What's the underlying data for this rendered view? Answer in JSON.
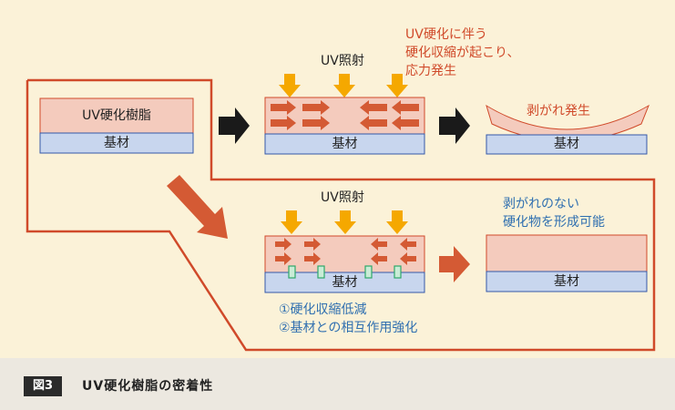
{
  "colors": {
    "panel_bg": "#fbf2d8",
    "resin_fill": "#f4cbbd",
    "resin_stroke": "#d04a2a",
    "substrate_fill": "#c8d6ee",
    "substrate_stroke": "#3558a8",
    "uv_arrow": "#f5a800",
    "shrink_arrow": "#d45a34",
    "anchor_fill": "#c9ecd6",
    "anchor_stroke": "#2fa86a",
    "black_arrow": "#1a1a1a",
    "outline": "#d04a2a"
  },
  "top": {
    "resin_label": "UV硬化樹脂",
    "substrate_label_1": "基材",
    "uv_label": "UV照射",
    "substrate_label_2": "基材",
    "note_line1": "UV硬化に伴う",
    "note_line2": "硬化収縮が起こり、",
    "note_line3": "応力発生",
    "peel_label": "剥がれ発生",
    "substrate_label_3": "基材"
  },
  "bottom": {
    "uv_label": "UV照射",
    "substrate_label_1": "基材",
    "note_line1": "剥がれのない",
    "note_line2": "硬化物を形成可能",
    "substrate_label_2": "基材",
    "point1": "①硬化収縮低減",
    "point2": "②基材との相互作用強化"
  },
  "caption": {
    "badge": "図3",
    "title": "UV硬化樹脂の密着性"
  },
  "icons": [
    "uv-arrow-icon",
    "shrink-arrow-icon",
    "process-arrow-icon",
    "anchor-icon"
  ]
}
